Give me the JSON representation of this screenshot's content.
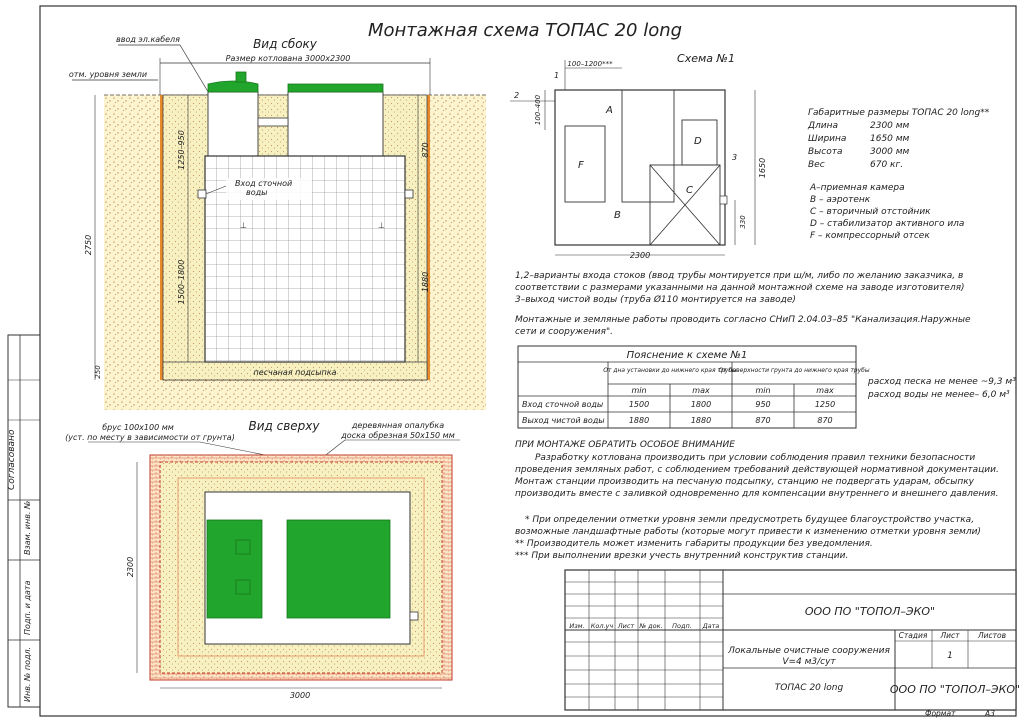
{
  "title": "Монтажная схема ТОПАС 20 long",
  "side_view": {
    "title": "Вид сбоку",
    "cable_label": "ввод эл.кабеля",
    "ground_label": "отм. уровня земли",
    "pit_size": "Размер котлована 3000х2300",
    "inlet_label_1": "Вход сточной",
    "inlet_label_2": "воды",
    "sand_label": "песчаная подсыпка",
    "dim_2750": "2750",
    "dim_1250_950": "1250–950",
    "dim_1500_1800": "1500–1800",
    "dim_250": "250",
    "dim_870": "870",
    "dim_1880": "1880"
  },
  "top_view": {
    "title": "Вид сверху",
    "beam_label": "брус 100х100 мм",
    "beam_note": "(уст. по месту в зависимости от грунта)",
    "formwork_label_1": "деревянная опалубка",
    "formwork_label_2": "доска обрезная 50х150 мм",
    "dim_2300": "2300",
    "dim_3000": "3000"
  },
  "scheme1": {
    "title": "Схема №1",
    "dim_top": "100–1200***",
    "dim_left": "100–400",
    "dim_height": "1650",
    "dim_width": "2300",
    "dim_330": "330",
    "marker_2": "2",
    "marker_1": "1",
    "marker_3": "3",
    "label_A": "A",
    "label_B": "B",
    "label_C": "C",
    "label_D": "D",
    "label_F": "F"
  },
  "specs": {
    "title": "Габаритные размеры ТОПАС 20 long**",
    "rows": [
      {
        "name": "Длина",
        "value": "2300 мм"
      },
      {
        "name": "Ширина",
        "value": "1650 мм"
      },
      {
        "name": "Высота",
        "value": "3000 мм"
      },
      {
        "name": "Вес",
        "value": "670 кг."
      }
    ],
    "legend": [
      "A–приемная камера",
      "B – аэротенк",
      "C – вторичный отстойник",
      "D – стабилизатор активного ила",
      "F – компрессорный отсек"
    ]
  },
  "notes": {
    "variants": [
      "1,2–варианты входа стоков (ввод трубы монтируется при ш/м, либо по желанию заказчика, в",
      "соответствии с размерами указанными на данной монтажной схеме на заводе изготовителя)",
      "3–выход чистой воды (труба Ø110 монтируется на заводе)"
    ],
    "works": [
      "Монтажные и земляные работы проводить согласно СНиП 2.04.03–85 \"Канализация.Наружные",
      "сети и сооружения\"."
    ]
  },
  "table": {
    "caption": "Пояснение к схеме №1",
    "group1": "От дна установки до нижнего края трубы",
    "group2": "От поверхности грунта до нижнего края трубы",
    "subheads": [
      "min",
      "max",
      "min",
      "max"
    ],
    "rows": [
      {
        "label": "Вход сточной воды",
        "values": [
          "1500",
          "1800",
          "950",
          "1250"
        ]
      },
      {
        "label": "Выход чистой воды",
        "values": [
          "1880",
          "1880",
          "870",
          "870"
        ]
      }
    ],
    "sand_volume": "расход песка не менее ~9,3 м³",
    "water_volume": "расход воды не менее– 6,0 м³"
  },
  "warning": {
    "title": "ПРИ МОНТАЖЕ ОБРАТИТЬ ОСОБОЕ ВНИМАНИЕ",
    "lines": [
      "Разработку котлована производить при условии соблюдения правил техники безопасности",
      "проведения земляных работ, с соблюдением требований действующей нормативной документации.",
      "Монтаж станции производить на песчаную подсыпку, станцию не подвергать ударам, обсыпку",
      "производить вместе с заливкой одновременно для компенсации внутреннего и внешнего давления."
    ]
  },
  "footnotes": [
    "* При определении отметки уровня земли предусмотреть будущее благоустройство участка,",
    "возможные ландшафтные работы (которые могут привести к изменению отметки уровня земли)",
    "** Производитель может изменить габариты продукции без уведомления.",
    "*** При выполнении врезки учесть внутренний конструктив станции."
  ],
  "stamp": {
    "company": "ООО ПО \"ТОПОЛ–ЭКО\"",
    "cols": [
      "Изм.",
      "Кол.уч",
      "Лист",
      "№ док.",
      "Подп.",
      "Дата"
    ],
    "object_1": "Локальные очистные сооружения",
    "object_2": "V=4 м3/сут",
    "stage_h": "Стадия",
    "sheet_h": "Лист",
    "sheets_h": "Листов",
    "sheet_no": "1",
    "product": "ТОПАС 20 long",
    "company2": "ООО ПО \"ТОПОЛ–ЭКО\"",
    "format_label": "Формат",
    "format_value": "А3"
  },
  "side_stamp": [
    "Согласовано",
    "Взам. инв. №",
    "Подп. и дата",
    "Инв. № подл."
  ],
  "colors": {
    "green": "#22a52c",
    "green_dark": "#17781e",
    "sand": "#f6efb6",
    "soil_dot": "#d9a36a",
    "grid": "#cfcfcf",
    "brick": "#c0392b"
  }
}
